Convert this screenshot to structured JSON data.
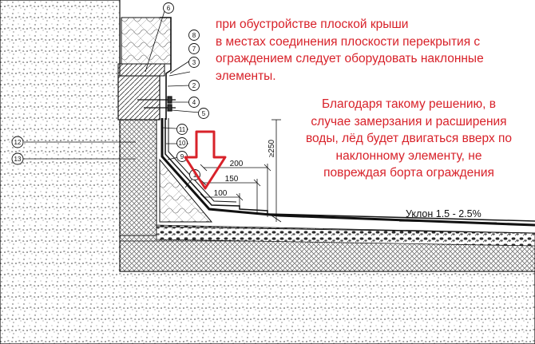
{
  "notes": {
    "construction_note": "при обустройстве плоской крыши\nв местах соединения плоскости перекрытия с\nограждением следует оборудовать наклонные\nэлементы.",
    "benefit_note": "Благодаря такому решению, в\nслучае замерзания и расширения\nводы, лёд будет двигаться вверх по\nнаклонному элементу, не\nповреждая борта ограждения"
  },
  "dimensions": {
    "d200": "200",
    "d150": "150",
    "d100": "100",
    "d250": "≥250"
  },
  "slope_label": "Уклон 1.5 - 2.5%",
  "callouts": [
    "1",
    "2",
    "3",
    "4",
    "5",
    "6",
    "7",
    "8",
    "9",
    "10",
    "11",
    "12",
    "13"
  ],
  "colors": {
    "note_text": "#d8222a",
    "arrow": "#d8222a",
    "line": "#111111",
    "concrete": "#ffffff"
  }
}
